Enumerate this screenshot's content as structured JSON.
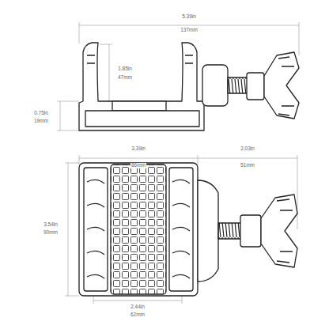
{
  "diagram": {
    "labels": [
      "5.39in",
      "137mm",
      "1.85in",
      "47mm",
      "0.75in",
      "19mm",
      "3.39in",
      "86mm",
      "2.03in",
      "51mm",
      "3.54in",
      "90mm",
      "2.44in",
      "62mm"
    ]
  }
}
